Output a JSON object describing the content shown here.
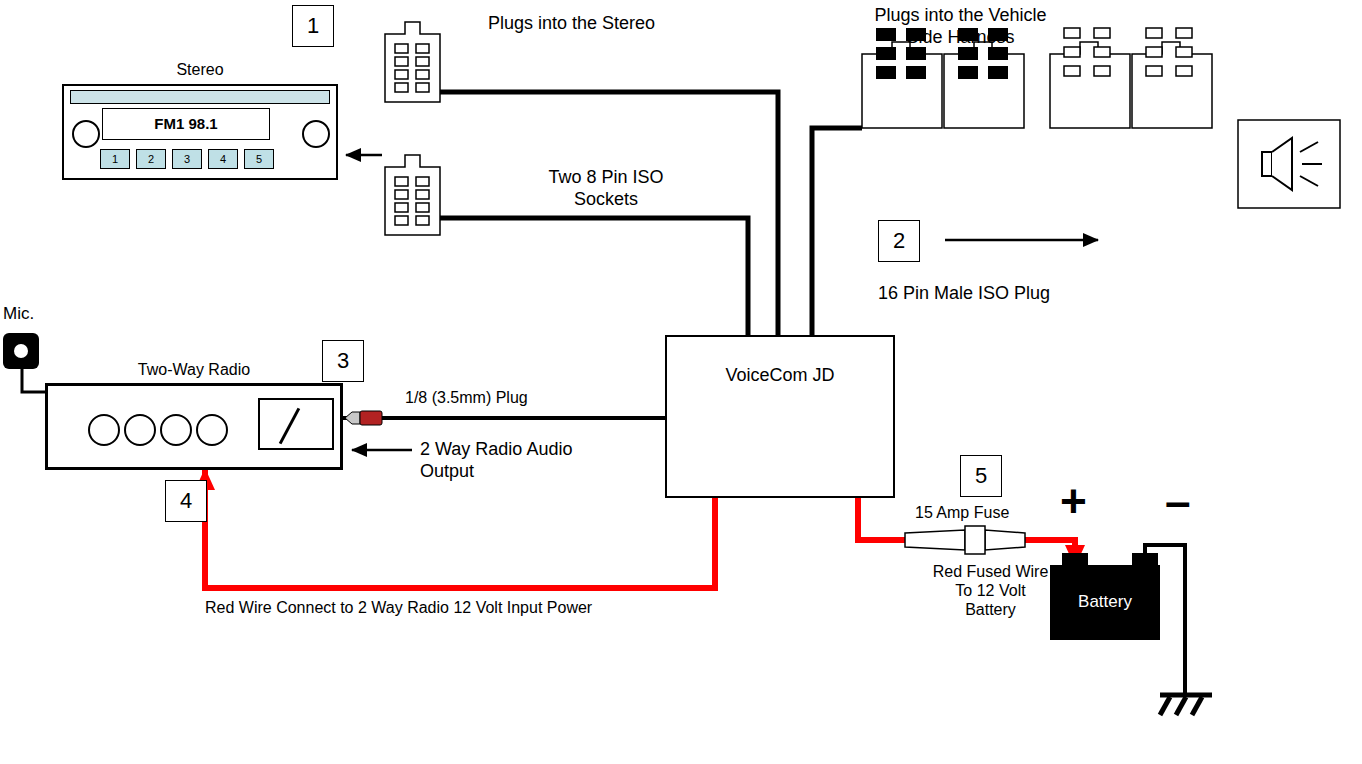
{
  "diagram": {
    "nodes": [
      {
        "text": [
          "Stereo"
        ]
      },
      {
        "text": [
          "FM1 98.1"
        ],
        "in": 0
      },
      {
        "text": [
          "1"
        ],
        "in": 0
      },
      {
        "text": [
          "2"
        ],
        "in": 0
      },
      {
        "text": [
          "3"
        ],
        "in": 0
      },
      {
        "text": [
          "4"
        ],
        "in": 0
      },
      {
        "text": [
          "5"
        ],
        "in": 0
      },
      {
        "text": [
          "Two-Way Radio"
        ]
      },
      {
        "text": [
          "VoiceCom JD"
        ]
      },
      {
        "text": [
          "Battery"
        ]
      }
    ],
    "edges": [
      {
        "from": 8,
        "to": 7,
        "arrow": "none"
      },
      {
        "from": 8,
        "to": 7,
        "arrow": "to",
        "label": "Red Wire Connect to 2 Way Radio 12 Volt Input Power"
      },
      {
        "from": 8,
        "to": 9,
        "arrow": "to",
        "label": "Red Fused Wire To 12 Volt Battery"
      }
    ],
    "labels": [
      "1",
      "Plugs into the Stereo",
      "Two 8 Pin ISO Sockets",
      "Plugs into the Vehicle Side Harness",
      "2",
      "16 Pin Male ISO Plug",
      "Mic.",
      "3",
      "1/8 (3.5mm) Plug",
      "2 Way Radio Audio Output",
      "4",
      "5",
      "15 Amp Fuse",
      "+",
      "–"
    ]
  }
}
